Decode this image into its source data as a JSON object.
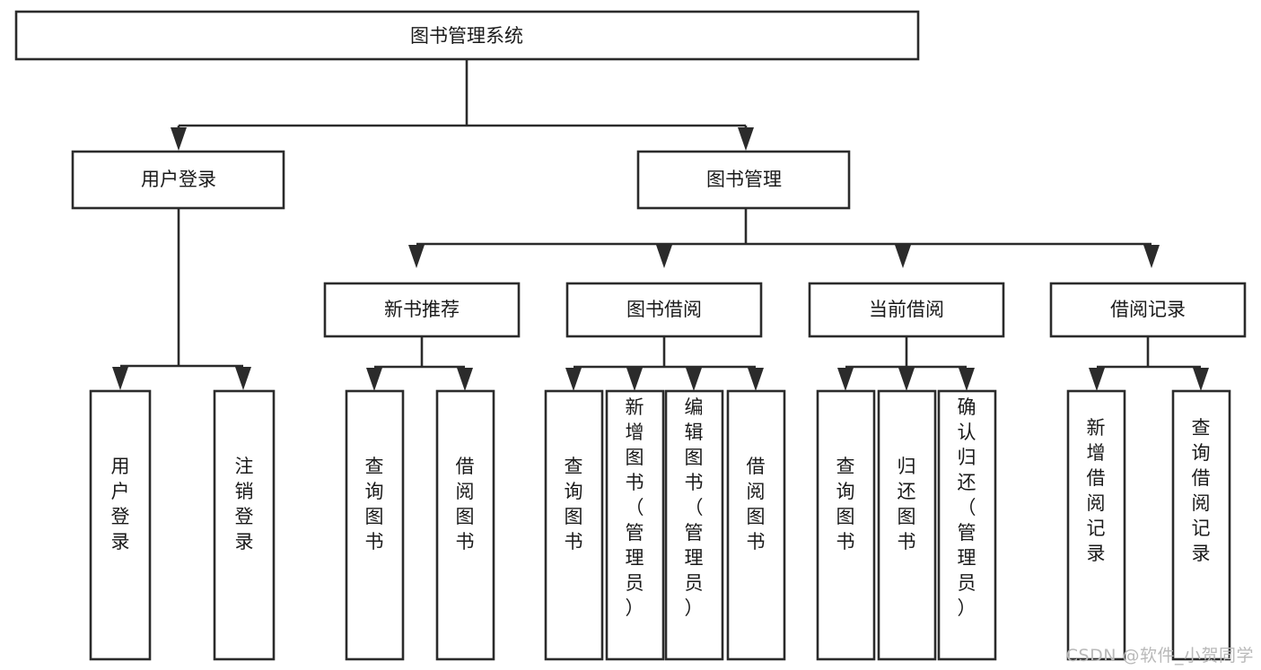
{
  "diagram": {
    "title": "图书管理系统",
    "type": "tree-hierarchy",
    "watermark": "CSDN @软件_小贺同学",
    "colors": {
      "box_stroke": "#2b2b2b",
      "box_fill": "#ffffff",
      "text": "#1a1a1a",
      "background": "#ffffff",
      "watermark": "#b9b9b9"
    },
    "root": {
      "label": "图书管理系统"
    },
    "level2": [
      {
        "id": "user-login",
        "label": "用户登录"
      },
      {
        "id": "book-manage",
        "label": "图书管理"
      }
    ],
    "level3": [
      {
        "id": "new-book-recommend",
        "label": "新书推荐"
      },
      {
        "id": "book-borrow",
        "label": "图书借阅"
      },
      {
        "id": "current-borrow",
        "label": "当前借阅"
      },
      {
        "id": "borrow-record",
        "label": "借阅记录"
      }
    ],
    "leaves": {
      "user-login": [
        {
          "id": "leaf-user-login",
          "label": "用户登录"
        },
        {
          "id": "leaf-logout-login",
          "label": "注销登录"
        }
      ],
      "new-book-recommend": [
        {
          "id": "leaf-query-book-1",
          "label": "查询图书"
        },
        {
          "id": "leaf-borrow-book-1",
          "label": "借阅图书"
        }
      ],
      "book-borrow": [
        {
          "id": "leaf-query-book-2",
          "label": "查询图书"
        },
        {
          "id": "leaf-add-book",
          "label": "新增图书（管理员）"
        },
        {
          "id": "leaf-edit-book",
          "label": "编辑图书（管理员）"
        },
        {
          "id": "leaf-borrow-book-2",
          "label": "借阅图书"
        }
      ],
      "current-borrow": [
        {
          "id": "leaf-query-book-3",
          "label": "查询图书"
        },
        {
          "id": "leaf-return-book",
          "label": "归还图书"
        },
        {
          "id": "leaf-confirm-return",
          "label": "确认归还（管理员）"
        }
      ],
      "borrow-record": [
        {
          "id": "leaf-add-record",
          "label": "新增借阅记录"
        },
        {
          "id": "leaf-query-record",
          "label": "查询借阅记录"
        }
      ]
    }
  }
}
